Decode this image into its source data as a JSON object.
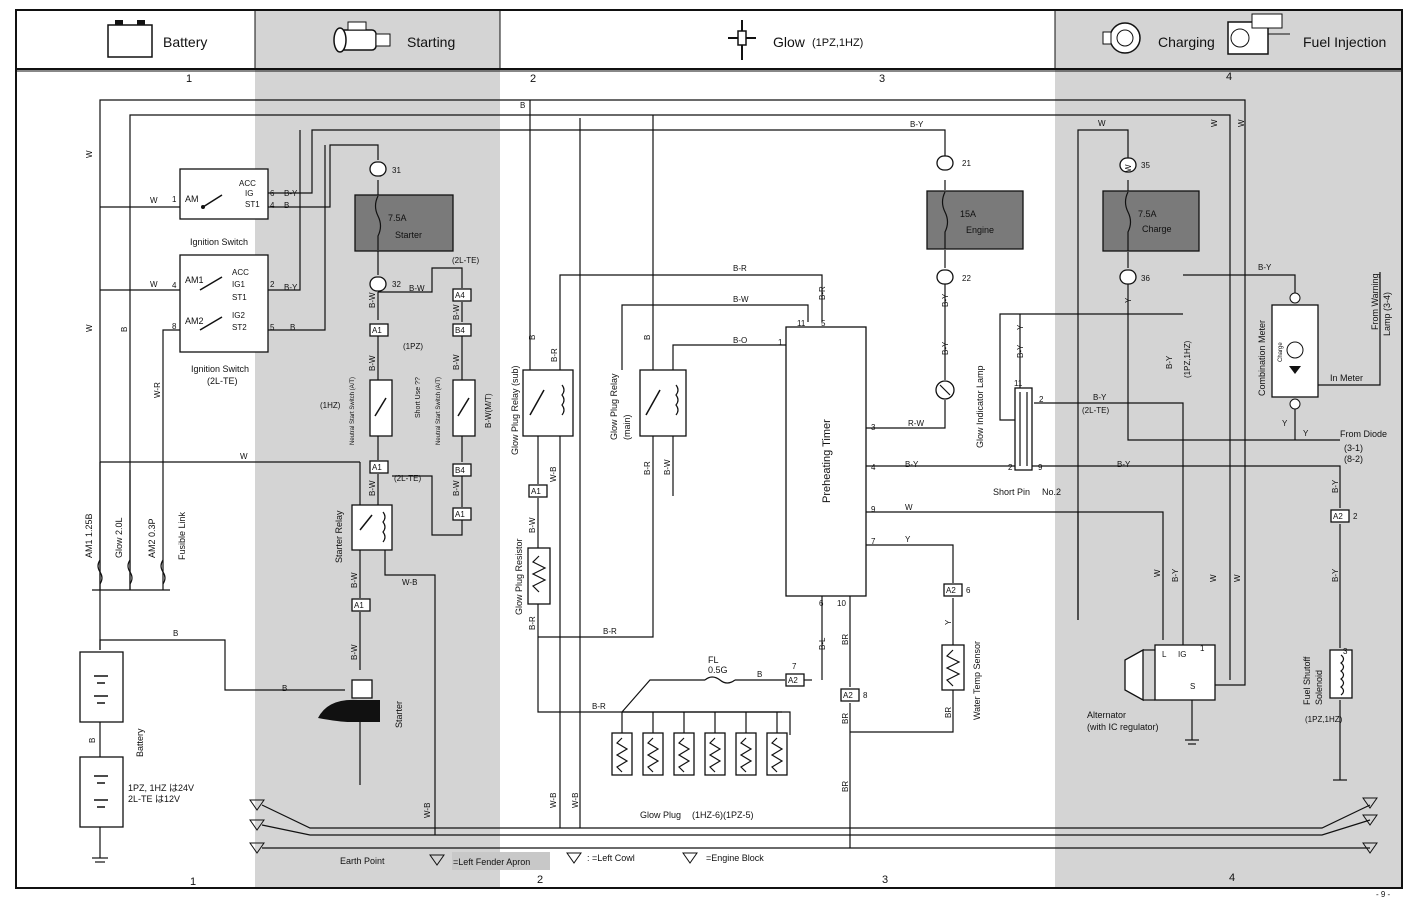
{
  "header": {
    "systems": [
      {
        "label": "Battery",
        "icon": "battery-icon"
      },
      {
        "label": "Starting",
        "icon": "starter-motor-icon"
      },
      {
        "label": "Glow",
        "sub": "(1PZ,1HZ)",
        "icon": "glow-plug-icon"
      },
      {
        "label": "Charging",
        "icon": "alternator-icon"
      },
      {
        "label": "Fuel Injection",
        "icon": "injection-pump-icon"
      }
    ]
  },
  "grid": {
    "top": [
      "1",
      "2",
      "3",
      "4"
    ],
    "bottom": [
      "1",
      "2",
      "3",
      "4"
    ]
  },
  "components": {
    "ignition_switch": "Ignition Switch",
    "ignition_switch_2l": "Ignition Switch",
    "ignition_switch_2l_sub": "(2L-TE)",
    "fuse_starter": {
      "rating": "7.5A",
      "name": "Starter"
    },
    "fuse_engine": {
      "rating": "15A",
      "name": "Engine"
    },
    "fuse_charge": {
      "rating": "7.5A",
      "name": "Charge"
    },
    "starter_relay": "Starter Relay",
    "starter": "Starter",
    "battery": "Battery",
    "battery_voltage_1": "1PZ, 1HZ は24V",
    "battery_voltage_2": "2L-TE は12V",
    "fusible_link": "Fusible Link",
    "fl_am1": "AM1 1.25B",
    "fl_glow": "Glow 2.0L",
    "fl_am2": "AM2 0.3P",
    "nss_1": "Neutral Start Switch (A/T)",
    "nss_2": "Neutral Start Switch (A/T)",
    "short_use": "Short Use ??",
    "glow_relay_sub": "Glow Plug Relay (sub)",
    "glow_relay_main": "Glow Plug Relay",
    "glow_relay_main_sub": "(main)",
    "glow_resistor": "Glow Plug Resistor",
    "preheating_timer": "Preheating Timer",
    "glow_indicator": "Glow Indicator Lamp",
    "short_pin": "Short Pin",
    "short_pin_no": "No.2",
    "water_temp": "Water Temp Sensor",
    "glow_plug": "Glow Plug",
    "glow_plug_sub": "(1HZ-6)(1PZ-5)",
    "fl_05g": "FL",
    "fl_05g_val": "0.5G",
    "combination_meter": "Combination Meter",
    "charge_lamp": "Charge",
    "in_meter": "In Meter",
    "from_warning": "From Warning",
    "from_warning_2": "Lamp (3-4)",
    "from_diode": "From Diode",
    "from_diode_ref": "(3-1)",
    "from_diode_ref2": "(8-2)",
    "alternator": "Alternator",
    "alternator_sub": "(with IC regulator)",
    "fuel_shutoff": "Fuel Shutoff",
    "fuel_shutoff_2": "Solenoid",
    "fuel_shutoff_sub": "(1PZ,1HZ)"
  },
  "legend": {
    "title": "Earth Point",
    "items": [
      {
        "mark": "A",
        "label": "=Left Fender Apron"
      },
      {
        "mark": "B",
        "label": ": =Left Cowl"
      },
      {
        "mark": "C",
        "label": "=Engine Block"
      }
    ]
  },
  "page_number": "- 9 -",
  "colors": {
    "band": "#d4d4d4",
    "fuse": "#7a7a7a",
    "wire": "#111111"
  }
}
